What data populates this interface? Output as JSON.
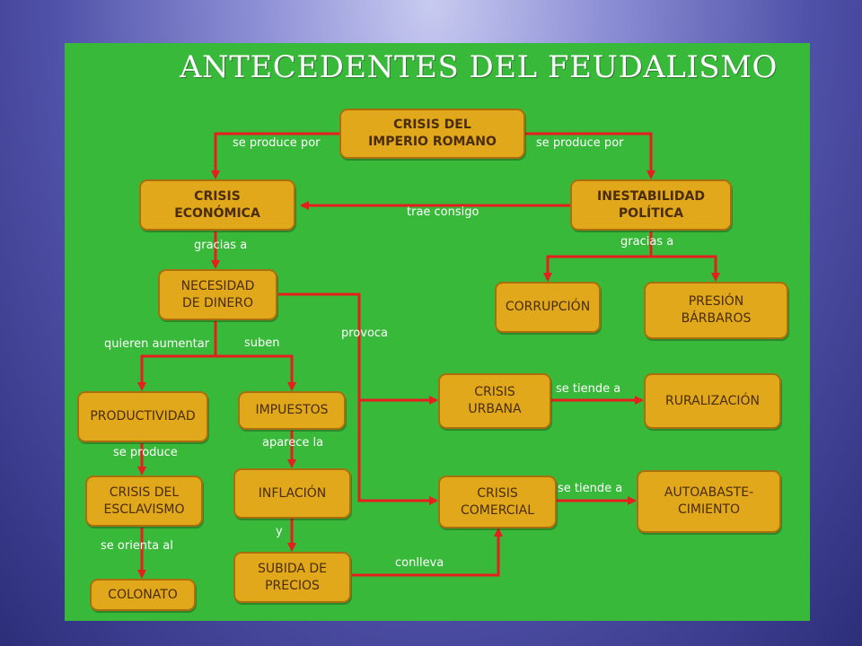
{
  "title": "ANTECEDENTES DEL FEUDALISMO",
  "colors": {
    "background": "#38b93a",
    "node": "#e0a81a",
    "arrow": "#e81e1e",
    "label": "#ffffff"
  },
  "nodes": {
    "crisis_imperio": "CRISIS DEL\nIMPERIO ROMANO",
    "crisis_economica": "CRISIS\nECONÓMICA",
    "inestabilidad": "INESTABILIDAD\nPOLÍTICA",
    "necesidad_dinero": "NECESIDAD\nDE DINERO",
    "corrupcion": "CORRUPCIÓN",
    "presion_barbaros": "PRESIÓN\nBÁRBAROS",
    "productividad": "PRODUCTIVIDAD",
    "impuestos": "IMPUESTOS",
    "crisis_urbana": "CRISIS\nURBANA",
    "ruralizacion": "RURALIZACIÓN",
    "crisis_esclavismo": "CRISIS DEL\nESCLAVISMO",
    "inflacion": "INFLACIÓN",
    "crisis_comercial": "CRISIS\nCOMERCIAL",
    "autoabastecimiento": "AUTOABASTE-\nCIMIENTO",
    "subida_precios": "SUBIDA DE\nPRECIOS",
    "colonato": "COLONATO"
  },
  "labels": {
    "se_produce_por_left": "se produce por",
    "se_produce_por_right": "se produce por",
    "trae_consigo": "trae consigo",
    "gracias_a_left": "gracias a",
    "gracias_a_right": "gracias a",
    "provoca": "provoca",
    "quieren_aumentar": "quieren aumentar",
    "suben": "suben",
    "se_tiende_a_1": "se tiende a",
    "se_tiende_a_2": "se tiende a",
    "se_produce": "se produce",
    "aparece_la": "aparece la",
    "se_orienta_al": "se orienta al",
    "y": "y",
    "conlleva": "conlleva"
  }
}
